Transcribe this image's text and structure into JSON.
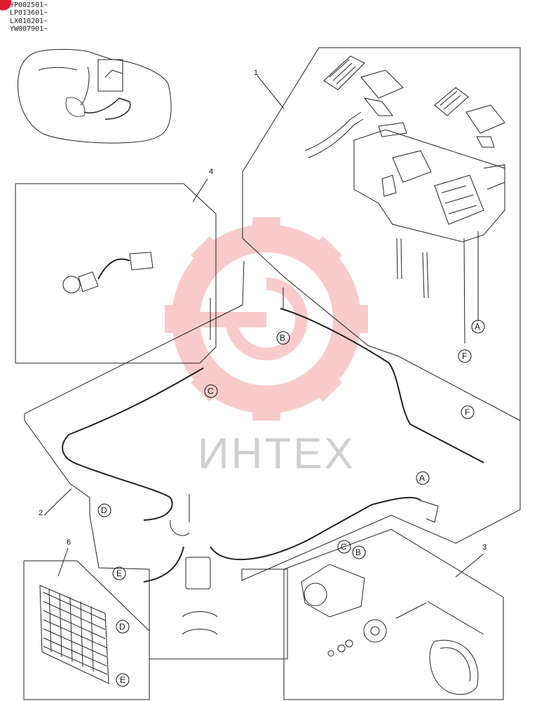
{
  "serials": [
    "YP002501~",
    "LP013601~",
    "LX010201~",
    "YW007901~"
  ],
  "item_numbers": {
    "heater_unit": "1",
    "piping": "2",
    "compressor": "3",
    "switch": "4",
    "condenser": "6"
  },
  "callouts": {
    "a": "A",
    "b": "B",
    "c": "C",
    "d": "D",
    "e": "E",
    "f": "F"
  },
  "watermark": {
    "text": "ИНТЕХ",
    "color": "#f26d6d"
  }
}
